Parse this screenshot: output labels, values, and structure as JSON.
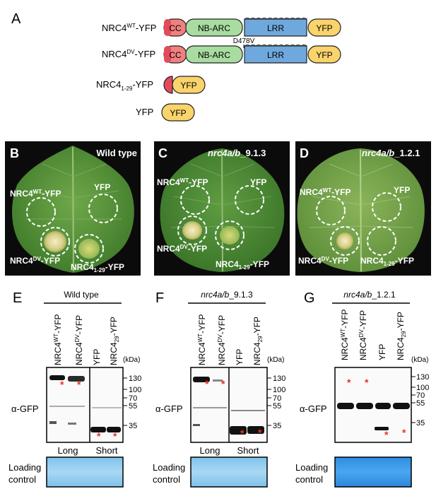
{
  "panel_a": {
    "letter": "A",
    "constructs": [
      {
        "base": "NRC4",
        "sup": "WT",
        "suffix": "-YFP"
      },
      {
        "base": "NRC4",
        "sup": "DV",
        "suffix": "-YFP"
      },
      {
        "base": "NRC4",
        "sub": "1-29",
        "suffix": "-YFP"
      },
      {
        "base": "YFP"
      }
    ],
    "domains": {
      "cc": "CC",
      "nbarc": "NB-ARC",
      "lrr": "LRR",
      "yfp": "YFP"
    },
    "mutation": "D478V",
    "colors": {
      "cc": "#f08080",
      "nbarc": "#a8dca0",
      "lrr": "#6fa8dc",
      "yfp": "#f9d36b"
    }
  },
  "leaf_panels": [
    {
      "letter": "B",
      "title": "Wild type",
      "title_italic": false,
      "labels": {
        "wt": {
          "base": "NRC4",
          "sup": "WT",
          "suffix": "-YFP"
        },
        "yfp": "YFP",
        "dv": {
          "base": "NRC4",
          "sup": "DV",
          "suffix": "-YFP"
        },
        "n129": {
          "base": "NRC4",
          "sub": "1-29",
          "suffix": "-YFP"
        }
      }
    },
    {
      "letter": "C",
      "title_italic_part": "nrc4a/b",
      "title_rest": "_9.1.3",
      "labels": {
        "wt": {
          "base": "NRC4",
          "sup": "WT",
          "suffix": "-YFP"
        },
        "yfp": "YFP",
        "dv": {
          "base": "NRC4",
          "sup": "DV",
          "suffix": "-YFP"
        },
        "n129": {
          "base": "NRC4",
          "sub": "1-29",
          "suffix": "-YFP"
        }
      }
    },
    {
      "letter": "D",
      "title_italic_part": "nrc4a/b",
      "title_rest": "_1.2.1",
      "labels": {
        "wt": {
          "base": "NRC4",
          "sup": "WT",
          "suffix": "-YFP"
        },
        "yfp": "YFP",
        "dv": {
          "base": "NRC4",
          "sup": "DV",
          "suffix": "-YFP"
        },
        "n129": {
          "base": "NRC4",
          "sub": "1-29",
          "suffix": "-YFP"
        }
      }
    }
  ],
  "blot_panels": [
    {
      "letter": "E",
      "title": "Wild type",
      "title_italic": false,
      "lanes": [
        {
          "base": "NRC4",
          "sup": "WT",
          "suffix": "-YFP"
        },
        {
          "base": "NRC4",
          "sup": "DV",
          "suffix": "-YFP"
        },
        {
          "base": "YFP"
        },
        {
          "base": "NRC4",
          "sub": "29",
          "suffix": "-YFP"
        }
      ],
      "exposure_labels": [
        "Long",
        "Short"
      ]
    },
    {
      "letter": "F",
      "title_italic_part": "nrc4a/b",
      "title_rest": "_9.1.3",
      "lanes": [
        {
          "base": "NRC4",
          "sup": "WT",
          "suffix": "-YFP"
        },
        {
          "base": "NRC4",
          "sup": "DV",
          "suffix": "-YFP"
        },
        {
          "base": "YFP"
        },
        {
          "base": "NRC4",
          "sub": "29",
          "suffix": "-YFP"
        }
      ],
      "exposure_labels": [
        "Long",
        "Short"
      ]
    },
    {
      "letter": "G",
      "title_italic_part": "nrc4a/b",
      "title_rest": "_1.2.1",
      "lanes": [
        {
          "base": "NRC4",
          "sup": "WT",
          "suffix": "-YFP"
        },
        {
          "base": "NRC4",
          "sup": "DV",
          "suffix": "-YFP"
        },
        {
          "base": "YFP"
        },
        {
          "base": "NRC4",
          "sub": "29",
          "suffix": "-YFP"
        }
      ]
    }
  ],
  "blot_common": {
    "kda_unit": "(kDa)",
    "markers": [
      "130",
      "100",
      "70",
      "55",
      "35"
    ],
    "antibody": "α-GFP",
    "loading_control": [
      "Loading",
      "control"
    ],
    "asterisk": "*"
  }
}
